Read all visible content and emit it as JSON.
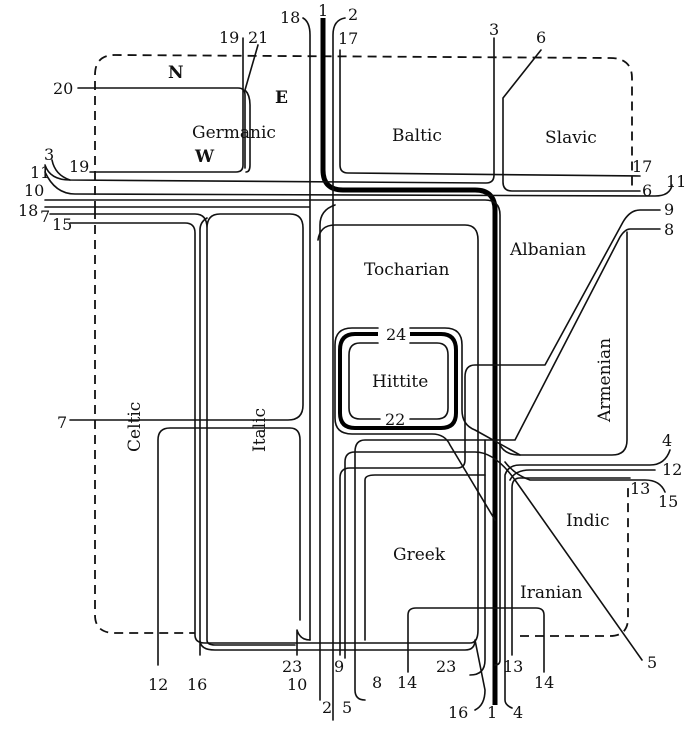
{
  "title": "Indo-European isogloss diagram",
  "languages": {
    "germanic": "Germanic",
    "baltic": "Baltic",
    "slavic": "Slavic",
    "albanian": "Albanian",
    "tocharian": "Tocharian",
    "hittite": "Hittite",
    "celtic": "Celtic",
    "italic": "Italic",
    "armenian": "Armenian",
    "greek": "Greek",
    "indic": "Indic",
    "iranian": "Iranian"
  },
  "germanic_directions": {
    "north": "N",
    "east": "E",
    "west": "W"
  },
  "isogloss_labels": {
    "top": [
      "18",
      "1",
      "2",
      "17",
      "19",
      "21",
      "3",
      "6"
    ],
    "left": [
      "20",
      "3",
      "19",
      "11",
      "10",
      "18",
      "7",
      "15",
      "7"
    ],
    "right": [
      "17",
      "6",
      "11",
      "9",
      "8",
      "4",
      "12",
      "13",
      "15"
    ],
    "bottom": [
      "12",
      "16",
      "23",
      "10",
      "2",
      "9",
      "5",
      "8",
      "14",
      "23",
      "16",
      "1",
      "4",
      "13",
      "14",
      "5"
    ],
    "inner": [
      "24",
      "22"
    ]
  },
  "isogloss_count": 24
}
